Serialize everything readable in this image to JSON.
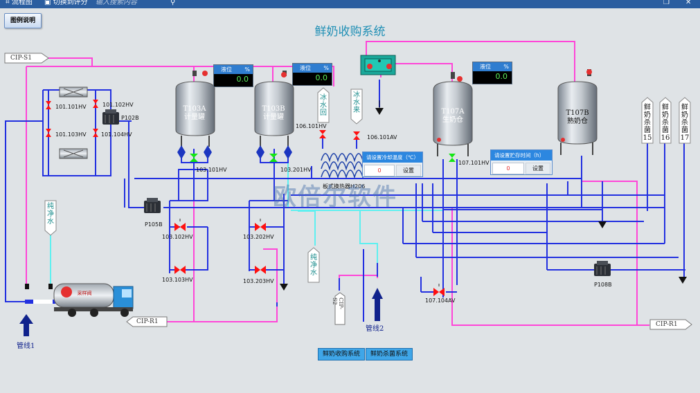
{
  "topbar": {
    "flowchart_label": "流程图",
    "switch_score_label": "切换到评分",
    "search_placeholder": "输入搜索内容"
  },
  "legend_button": "图例说明",
  "title": "鲜奶收购系统",
  "tags": {
    "cip_s1": "CIP-S1",
    "cip_r1_left": "CIP-R1",
    "cip_r1_right": "CIP-R1",
    "cip_s2": "CIP-S2",
    "pure_water_1": "纯净水",
    "pure_water_2": "纯净水",
    "ice_water_return": "冰水回",
    "ice_water_supply": "冰水来",
    "sterilizer_15": "鲜奶杀菌15",
    "sterilizer_16": "鲜奶杀菌16",
    "sterilizer_17": "鲜奶杀菌17"
  },
  "tanks": {
    "t103a_id": "T103A",
    "t103a_name": "计量罐",
    "t103b_id": "T103B",
    "t103b_name": "计量罐",
    "t107a_id": "T107A",
    "t107a_name": "生奶仓",
    "t107b_id": "T107B",
    "t107b_name": "熟奶仓"
  },
  "level_panels": {
    "label": "液位",
    "unit": "%",
    "t103a_value": "0.0",
    "t103b_value": "0.0",
    "t107a_value": "0.0"
  },
  "setpoints": {
    "cooling_label": "请设置冷却温度（℃）",
    "cooling_value": "0",
    "storage_label": "请设置贮存时间（h）",
    "storage_value": "0",
    "set_button": "设置"
  },
  "valves": {
    "v101_101": "101.101HV",
    "v101_102": "101.102HV",
    "v101_103": "101.103HV",
    "v101_104": "101.104HV",
    "v103_101": "103.101HV",
    "v103_201": "103.201HV",
    "v106_101hv": "106.101HV",
    "v106_101av": "106.101AV",
    "v107_101": "107.101HV",
    "v103_102": "103.102HV",
    "v103_202": "103.202HV",
    "v103_103": "103.103HV",
    "v103_203": "103.203HV",
    "v107_104": "107.104AV"
  },
  "pumps": {
    "p102b": "P102B",
    "p105b": "P105B",
    "p108b": "P108B"
  },
  "heat_exchanger": "板式换热器H206",
  "truck_label": "采样阀",
  "pipelines": {
    "line1": "管线1",
    "line2": "管线2"
  },
  "watermark": "欧倍尔软件",
  "bottom_buttons": {
    "purchase": "鲜奶收购系统",
    "sterilize": "鲜奶杀菌系统"
  },
  "colors": {
    "pipe_blue": "#2230e0",
    "pipe_pink": "#ff45d8",
    "pipe_cyan": "#5ef0f0",
    "valve_red": "#ff1010",
    "valve_green": "#14e614",
    "title": "#1f8fb5"
  }
}
